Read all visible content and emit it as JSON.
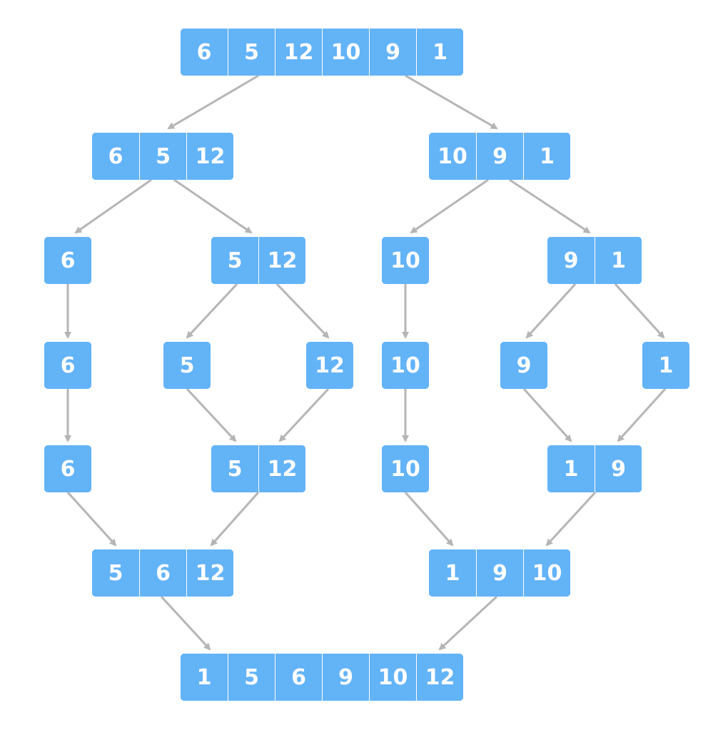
{
  "colors": {
    "cell": "#63b3f7",
    "text": "#ffffff",
    "arrow": "#b5b5b5"
  },
  "arrays": {
    "root": [
      "6",
      "5",
      "12",
      "10",
      "9",
      "1"
    ],
    "l1_left": [
      "6",
      "5",
      "12"
    ],
    "l1_right": [
      "10",
      "9",
      "1"
    ],
    "l2_a": [
      "6"
    ],
    "l2_b": [
      "5",
      "12"
    ],
    "l2_c": [
      "10"
    ],
    "l2_d": [
      "9",
      "1"
    ],
    "l3_a": [
      "6"
    ],
    "l3_b": [
      "5"
    ],
    "l3_c": [
      "12"
    ],
    "l3_d": [
      "10"
    ],
    "l3_e": [
      "9"
    ],
    "l3_f": [
      "1"
    ],
    "l4_a": [
      "6"
    ],
    "l4_b": [
      "5",
      "12"
    ],
    "l4_c": [
      "10"
    ],
    "l4_d": [
      "1",
      "9"
    ],
    "l5_left": [
      "5",
      "6",
      "12"
    ],
    "l5_right": [
      "1",
      "9",
      "10"
    ],
    "result": [
      "1",
      "5",
      "6",
      "9",
      "10",
      "12"
    ]
  }
}
